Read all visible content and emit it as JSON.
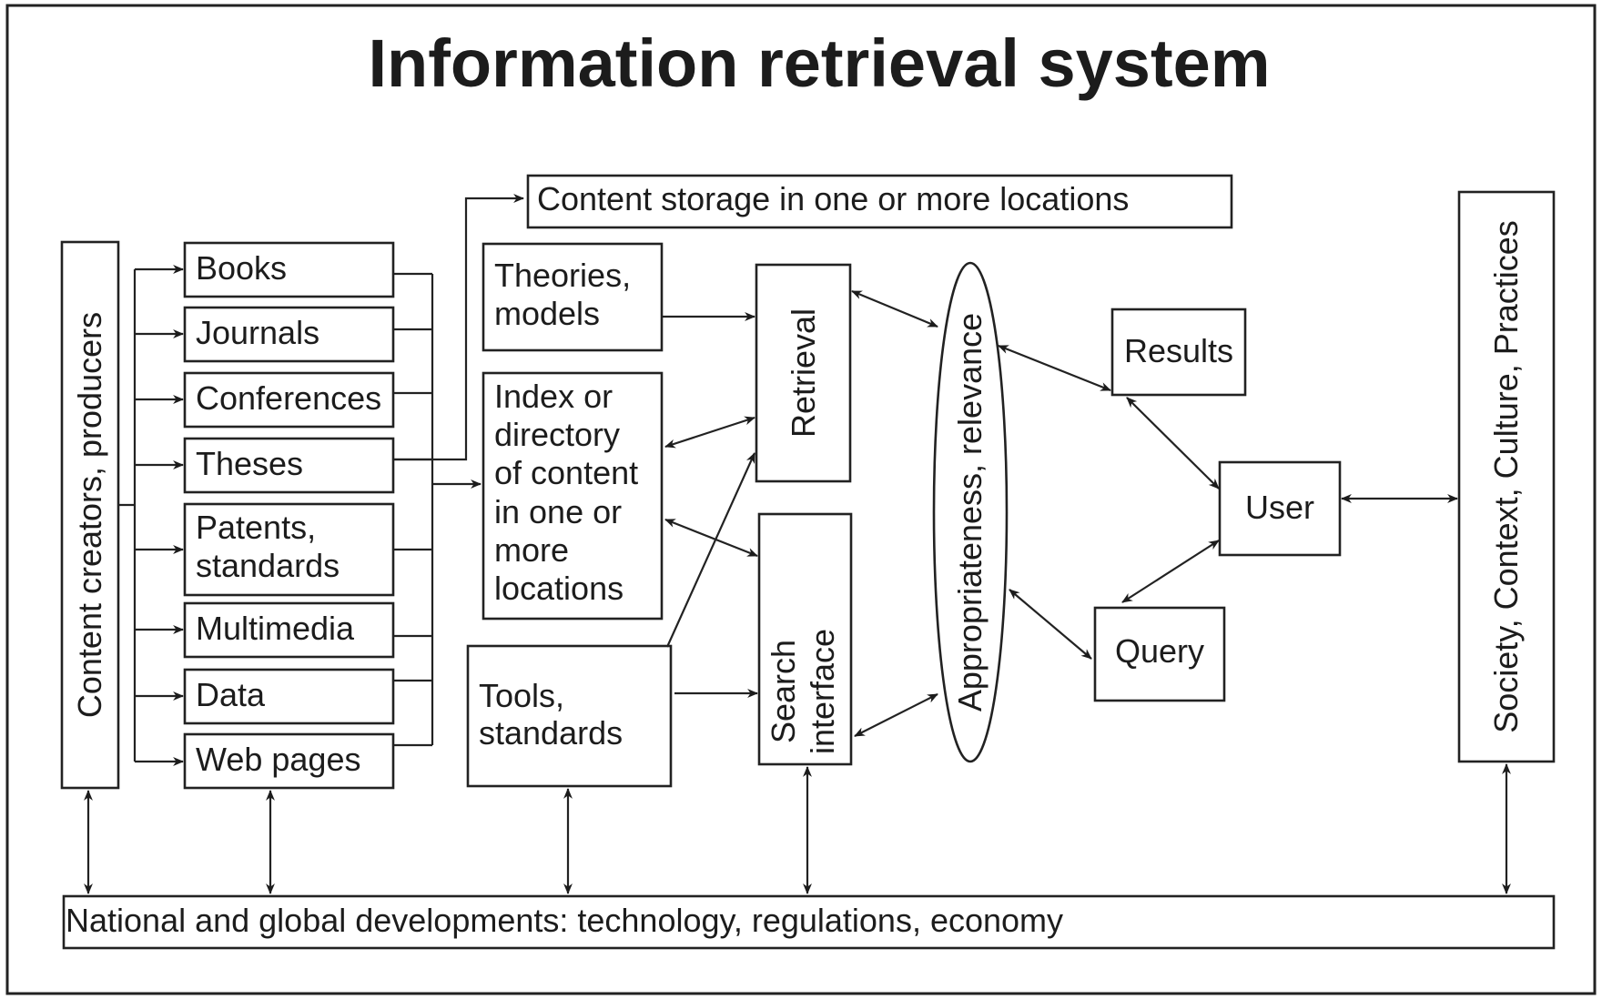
{
  "title": "Information retrieval system",
  "content_creators": "Content creators, producers",
  "sources": [
    "Books",
    "Journals",
    "Conferences",
    "Theses",
    "Patents,",
    "standards",
    "Multimedia",
    "Data",
    "Web pages"
  ],
  "storage": "Content storage in one or more locations",
  "theories": [
    "Theories,",
    "models"
  ],
  "index": [
    "Index or",
    "directory",
    "of content",
    "in one or",
    "more",
    "locations"
  ],
  "tools": [
    "Tools,",
    "standards"
  ],
  "retrieval": "Retrieval",
  "search_interface": [
    "Search",
    "interface"
  ],
  "appropriateness": "Appropriateness, relevance",
  "results": "Results",
  "user": "User",
  "query": "Query",
  "society": "Society, Context, Culture, Practices",
  "national": "National and global developments: technology, regulations, economy"
}
